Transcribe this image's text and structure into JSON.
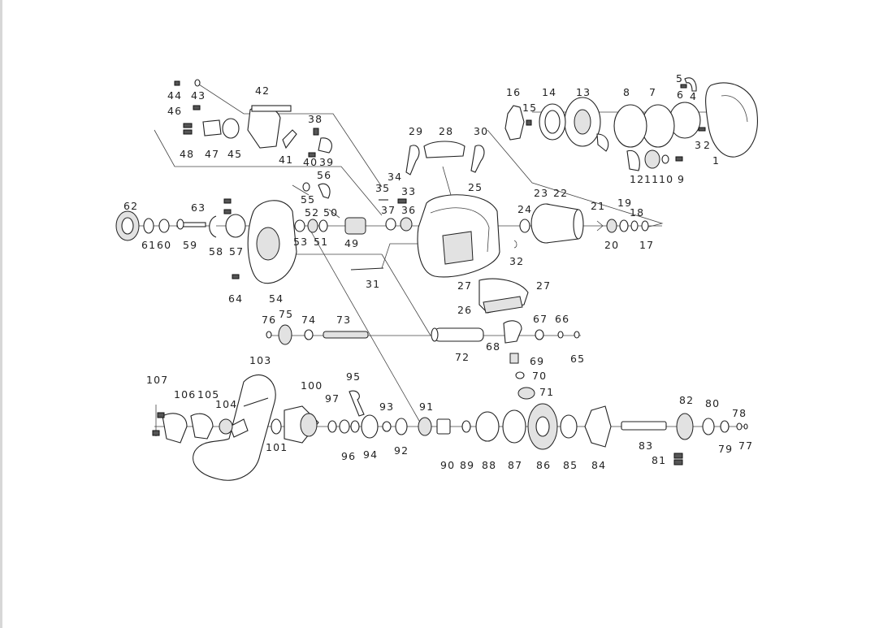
{
  "diagram": {
    "type": "exploded-parts-diagram",
    "part_numbers": [
      "1",
      "2",
      "3",
      "4",
      "5",
      "6",
      "7",
      "8",
      "9",
      "10",
      "11",
      "12",
      "13",
      "14",
      "15",
      "16",
      "17",
      "18",
      "19",
      "20",
      "21",
      "22",
      "23",
      "24",
      "25",
      "26",
      "27",
      "27",
      "28",
      "29",
      "30",
      "31",
      "32",
      "33",
      "34",
      "35",
      "36",
      "37",
      "38",
      "39",
      "40",
      "41",
      "42",
      "43",
      "44",
      "45",
      "46",
      "47",
      "48",
      "49",
      "50",
      "51",
      "52",
      "53",
      "54",
      "55",
      "56",
      "57",
      "58",
      "59",
      "60",
      "61",
      "62",
      "63",
      "64",
      "65",
      "66",
      "67",
      "68",
      "69",
      "70",
      "71",
      "72",
      "73",
      "74",
      "75",
      "76",
      "77",
      "78",
      "79",
      "80",
      "81",
      "82",
      "83",
      "84",
      "85",
      "86",
      "87",
      "88",
      "89",
      "90",
      "91",
      "92",
      "93",
      "94",
      "95",
      "96",
      "97",
      "100",
      "101",
      "103",
      "104",
      "105",
      "106",
      "107"
    ]
  }
}
